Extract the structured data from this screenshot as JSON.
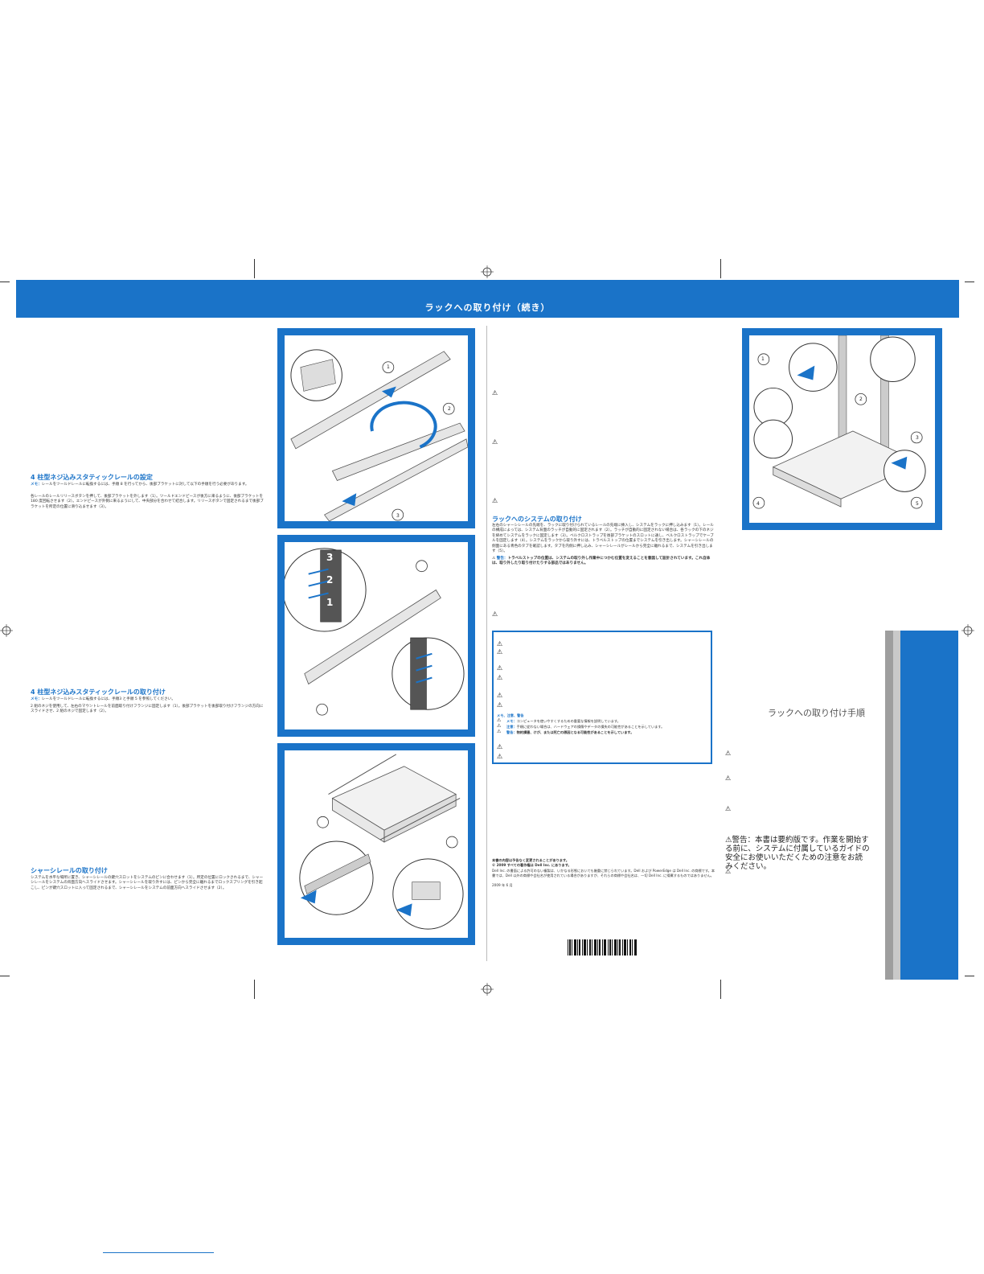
{
  "header": {
    "title": "ラックへの取り付け（続き）"
  },
  "left": {
    "sec1": {
      "title": "4 柱型ネジ込みスタティックレールの設定",
      "note_label": "メモ：",
      "note_text": "レールをツールドレールに転換するには、手順 8 を行ってから、後部ブラケットに対して以下の手順を行う必要があります。",
      "body": "各レールのレールリリースボタンを押して、後部ブラケットを外します（1）。ツールドエンドピースが後方に来るように、後部ブラケットを 180 度回転させます（2）。エンドピースが外側に来るようにして、中央部分を合わせて結合します。リリースボタンで固定されるまで後部ブラケットを所定の位置に滑り込ませます（3）。"
    },
    "sec2": {
      "title": "4 柱型ネジ込みスタティックレールの取り付け",
      "note_label": "メモ：",
      "note_text": "レールをツールドレールに転換するには、手順3 と手順 5 を参照してください。",
      "body": "2 組のネジを使用して、左右のマウントレールを前面取り付けフランジに固定します（1）。後部ブラケットを後部取り付けフランジの方向にスライドさせ、2 組のネジで固定します（2）。"
    },
    "sec3": {
      "title": "シャーシレールの取り付け",
      "body": "システムを水平な場所に置き、シャーシレールの鍵穴スロットをシステムのピンに合わせます（1）。所定の位置にロックされるまで、シャーシレールをシステムの背面方向へスライドさせます。シャーシレールを取り外すには、ピンから完全に離れるまでロックスプリングを引き起こし、ピンが鍵穴スロットに入って固定されるまで、シャーシレールをシステムの前面方向へスライドさせます（2）。"
    }
  },
  "middle": {
    "sec_title": "ラックへのシステムの取り付け",
    "body": "左右のシャーシレールの先端を、ラックに取り付けられているレールの先端に挿入し、システムをラックに押し込みます（1）。レールの構成によっては、システム背面のラッチが自動的に固定されます（2）。ラッチが自動的に固定されない場合は、各ラックの下のネジを締めてシステムをラックに固定します（3）。ベルクロストラップを後部ブラケットのスロットに通し、ベルクロストラップでケーブルを固定します（4）。システムをラックから取り外すには、トラベルストップの位置までシステムを引き出します。シャーシレールの側面にある青色のタブを確認します。タブを内側に押し込み、シャーシレールがレールから完全に離れるまで、システムを引き出します（5）。",
    "warning_label": "警告：",
    "warning_text": "トラベルストップの位置は、システムの取り外し作業中につかむ位置を変えることを意図して設計されています。これ自体は、取り外したり取り付けたりする部品ではありません。",
    "notes_heading": "メモ、注意、警告",
    "note_label": "メモ：",
    "note_text": "コンピュータを使いやすくするための重要な情報を説明しています。",
    "caution_label": "注意：",
    "caution_text": "手順に従わない場合は、ハードウェアの損傷やデータの損失の可能性があることを示しています。",
    "warn2_label": "警告：",
    "warn2_text": "物的損害、けが、または死亡の原因となる可能性があることを示しています。",
    "legal1": "本書の内容は予告なく変更されることがあります。",
    "legal2": "© 2009 すべての著作権は Dell Inc. にあります。",
    "legal3": "Dell Inc. の書面による許可のない複製は、いかなる形態においても厳重に禁じられています。Dell および PowerEdge は Dell Inc. の商標です。本書では、Dell 以外の商標や会社名が使用されている場合がありますが、それらの商標や会社名は、一切 Dell Inc. に帰属するものではありません。",
    "date": "2009 年 6 月"
  },
  "right": {
    "procedure": "ラックへの取り付け手順",
    "big_warning": "警告：本書は要約版です。作業を開始する前に、システムに付属しているガイドの安全にお使いいただくための注意をお読みください。"
  },
  "figures": {
    "callouts": [
      "1",
      "2",
      "3",
      "4",
      "5"
    ],
    "rail_numbers": [
      "3",
      "2",
      "1"
    ]
  },
  "colors": {
    "accent": "#1a73c8",
    "grey": "#9e9e9e"
  },
  "icons": [
    "warning-triangle-icon",
    "crop-mark-icon",
    "registration-mark-icon"
  ]
}
